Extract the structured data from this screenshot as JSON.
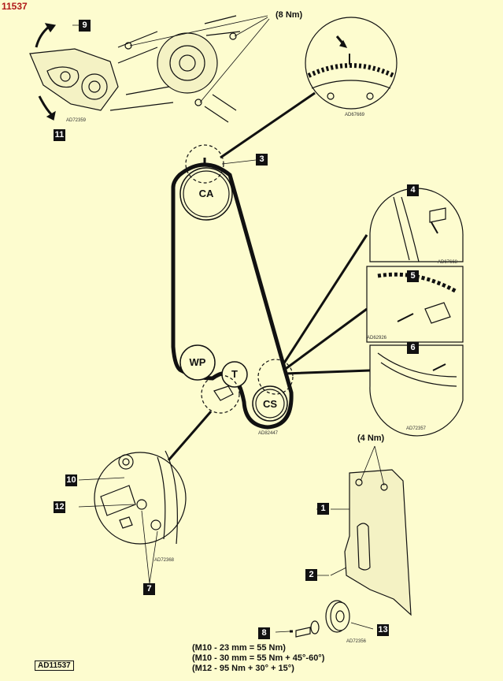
{
  "document_number": "11537",
  "pulleys": {
    "camshaft": "CA",
    "water_pump": "WP",
    "tensioner": "T",
    "crankshaft": "CS"
  },
  "callouts": [
    "1",
    "2",
    "3",
    "4",
    "5",
    "6",
    "7",
    "8",
    "9",
    "10",
    "11",
    "12",
    "13"
  ],
  "torques": {
    "tensioner_bolts": "(8 Nm)",
    "cover_bolts": "(4 Nm)"
  },
  "figure_codes": [
    "AD72359",
    "AD67669",
    "AD67668",
    "AD62926",
    "AD72357",
    "AD82447",
    "AD72368",
    "AD72356"
  ],
  "specs": [
    "(M10 - 23 mm = 55 Nm)",
    "(M10 - 30 mm = 55 Nm + 45°-60°)",
    "(M12 - 95 Nm + 30° + 15°)"
  ],
  "footer_code": "AD11537"
}
